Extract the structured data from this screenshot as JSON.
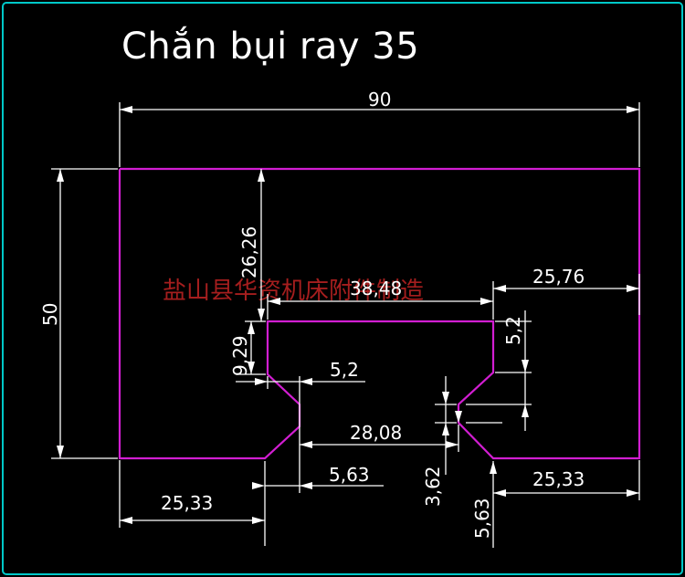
{
  "title": "Chắn bụi ray 35",
  "watermark": "盐山县华资机床附件制造",
  "dimensions": {
    "overall_width": "90",
    "overall_height": "50",
    "top_to_slot": "26,26",
    "slot_top_width": "38,48",
    "right_shoulder": "25,76",
    "slot_depth_left": "9,29",
    "slot_depth_right": "5,2",
    "bevel_width": "5,2",
    "neck_width": "28,08",
    "bottom_bevel": "5,63",
    "neck_height": "3,62",
    "right_foot_height": "5,63",
    "left_foot": "25,33",
    "right_foot": "25,33"
  },
  "colors": {
    "background": "#000000",
    "frame": "#00c8c8",
    "outline": "#d21ed2",
    "dimension": "#ffffff",
    "watermark": "#a51e1e"
  }
}
